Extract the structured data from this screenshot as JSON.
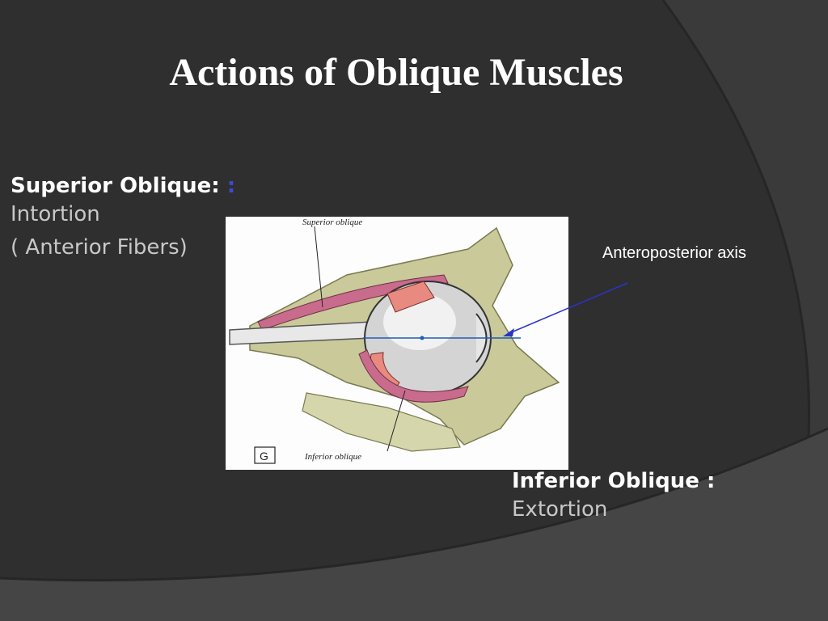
{
  "slide": {
    "title": "Actions of Oblique Muscles",
    "superior": {
      "heading": "Superior Oblique:",
      "colon": ":",
      "line1": "Intortion",
      "line2": "( Anterior Fibers)"
    },
    "inferior": {
      "heading": "Inferior  Oblique :",
      "line1": "Extortion"
    },
    "axis_label": "Anteroposterior axis"
  },
  "figure": {
    "label_superior": "Superior oblique",
    "label_inferior": "Inferior oblique",
    "panel_letter": "G"
  },
  "colors": {
    "background": "#2f2f2f",
    "arc": "#454545",
    "accent_colon": "#3b4bd8",
    "arrow": "#2a34c8",
    "muscle": "#c96b8c",
    "tissue": "#c9c99a"
  }
}
